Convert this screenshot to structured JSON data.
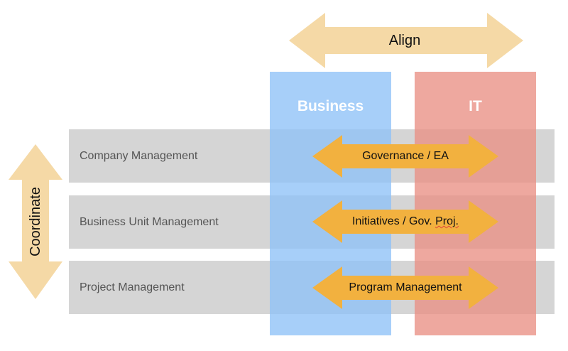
{
  "top_arrow": {
    "label": "Align",
    "color": "#f5d9a6"
  },
  "side_arrow": {
    "label": "Coordinate",
    "color": "#f5d9a6"
  },
  "columns": [
    {
      "label": "Business",
      "color": "#8ec1f7"
    },
    {
      "label": "IT",
      "color": "#e98f84"
    }
  ],
  "rows": [
    {
      "label": "Company Management",
      "arrow_label": "Governance / EA"
    },
    {
      "label": "Business Unit Management",
      "arrow_label_prefix": "Initiatives / Gov. ",
      "arrow_label_flagged": "Proj."
    },
    {
      "label": "Project Management",
      "arrow_label": "Program Management"
    }
  ],
  "colors": {
    "row_band": "#d5d5d5",
    "inner_arrow": "#f2b13f"
  }
}
